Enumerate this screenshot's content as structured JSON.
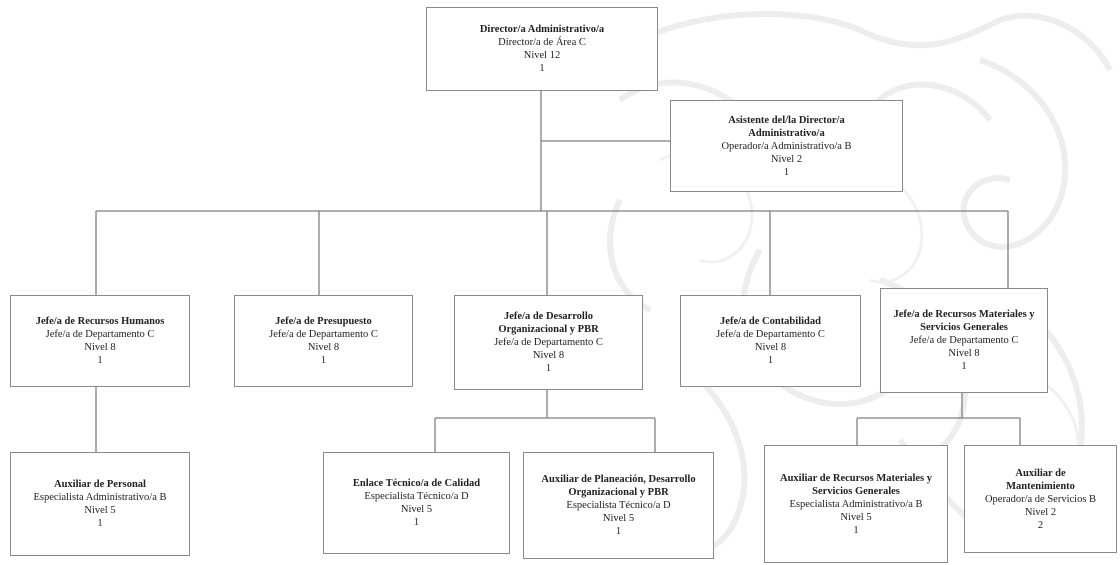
{
  "nodes": {
    "director": {
      "title": "Director/a Administrativo/a",
      "lines": [
        "Director/a de Área C",
        "Nivel 12",
        "1"
      ]
    },
    "asistente": {
      "title": "Asistente del/la Director/a Administrativo/a",
      "lines": [
        "Operador/a Administrativo/a B",
        "Nivel 2",
        "1"
      ]
    },
    "rh": {
      "title": "Jefe/a de Recursos Humanos",
      "lines": [
        "Jefe/a de Departamento C",
        "Nivel 8",
        "1"
      ]
    },
    "presupuesto": {
      "title": "Jefe/a de Presupuesto",
      "lines": [
        "Jefe/a de Departamento C",
        "Nivel 8",
        "1"
      ]
    },
    "desarrollo": {
      "title": "Jefe/a de Desarrollo Organizacional y PBR",
      "lines": [
        "Jefe/a de Departamento C",
        "Nivel 8",
        "1"
      ]
    },
    "contabilidad": {
      "title": "Jefe/a de Contabilidad",
      "lines": [
        "Jefe/a de Departamento C",
        "Nivel 8",
        "1"
      ]
    },
    "materiales": {
      "title": "Jefe/a de Recursos Materiales y Servicios Generales",
      "lines": [
        "Jefe/a de Departamento C",
        "Nivel 8",
        "1"
      ]
    },
    "aux_personal": {
      "title": "Auxiliar de Personal",
      "lines": [
        "Especialista Administrativo/a B",
        "Nivel 5",
        "1"
      ]
    },
    "enlace_calidad": {
      "title": "Enlace Técnico/a de Calidad",
      "lines": [
        "Especialista Técnico/a D",
        "Nivel 5",
        "1"
      ]
    },
    "aux_planeacion": {
      "title": "Auxiliar de Planeación, Desarrollo Organizacional y PBR",
      "lines": [
        "Especialista Técnico/a D",
        "Nivel 5",
        "1"
      ]
    },
    "aux_materiales": {
      "title": "Auxiliar de Recursos Materiales y Servicios Generales",
      "lines": [
        "Especialista Administrativo/a B",
        "Nivel 5",
        "1"
      ]
    },
    "aux_mantenimiento": {
      "title": "Auxiliar de Mantenimiento",
      "lines": [
        "Operador/a de Servicios B",
        "Nivel 2",
        "2"
      ]
    }
  }
}
